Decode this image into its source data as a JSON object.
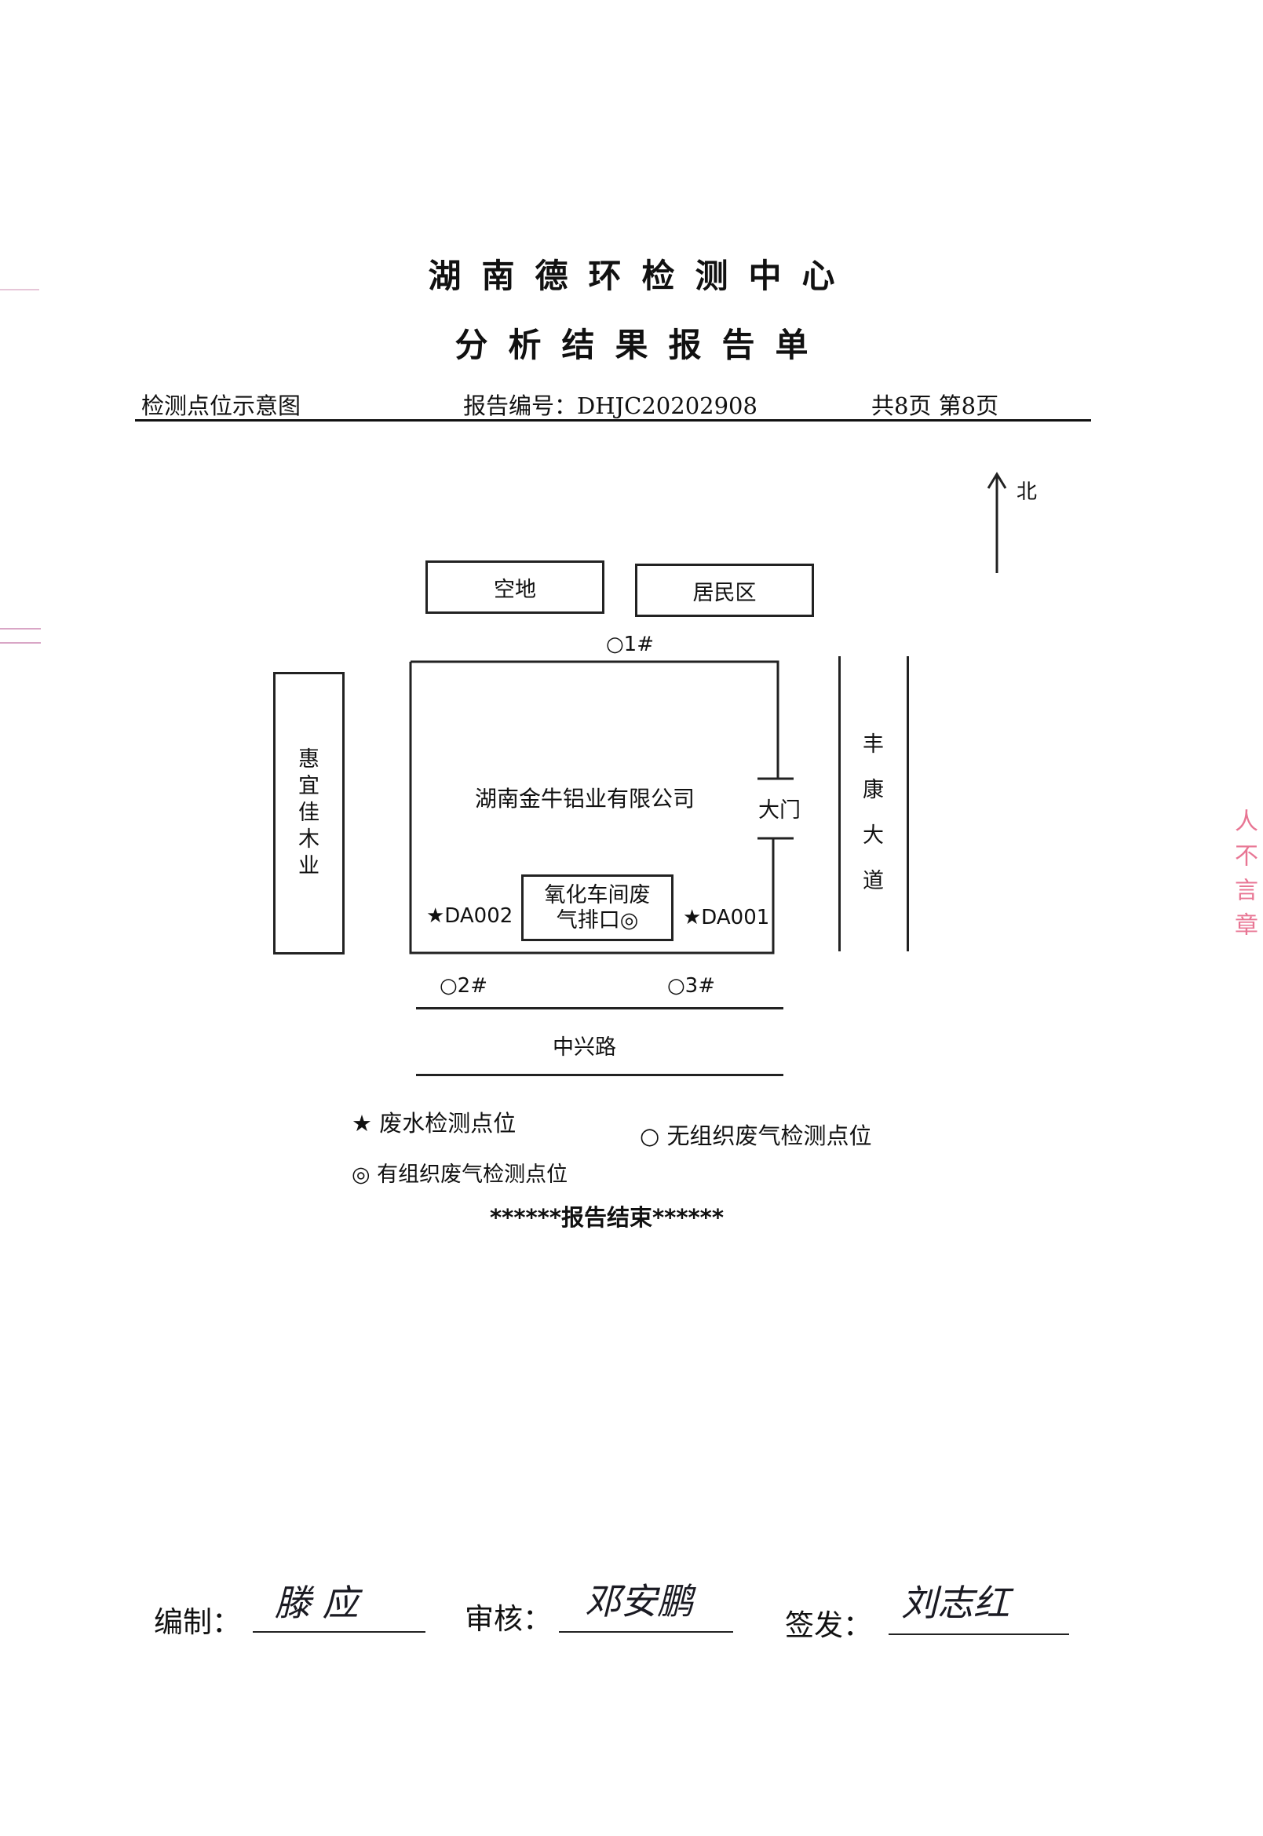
{
  "header": {
    "org": "湖南德环检测中心",
    "doc_title": "分析结果报告单",
    "section": "检测点位示意图",
    "report_no": "报告编号：DHJC20202908",
    "pages": "共8页  第8页"
  },
  "map": {
    "north": "北",
    "empty_lot": "空地",
    "residential": "居民区",
    "west_neighbor": [
      "惠",
      "宜",
      "佳",
      "木",
      "业"
    ],
    "road_east": [
      "丰",
      "康",
      "大",
      "道"
    ],
    "road_south": "中兴路",
    "company": "湖南金牛铝业有限公司",
    "gate": "大门",
    "workshop_line1": "氧化车间废",
    "workshop_line2": "气排口◎",
    "points": {
      "p1": "○1#",
      "p2": "○2#",
      "p3": "○3#",
      "da001": "★DA001",
      "da002": "★DA002"
    }
  },
  "legend": {
    "wastewater": "★  废水检测点位",
    "fugitive": "○  无组织废气检测点位",
    "organized": "◎  有组织废气检测点位"
  },
  "end_note": "******报告结束******",
  "signatures": {
    "compiler_label": "编制：",
    "compiler_sig": "滕 应",
    "reviewer_label": "审核：",
    "reviewer_sig": "邓安鹏",
    "issuer_label": "签发：",
    "issuer_sig": "刘志红"
  },
  "stamp_text": "人不言章"
}
